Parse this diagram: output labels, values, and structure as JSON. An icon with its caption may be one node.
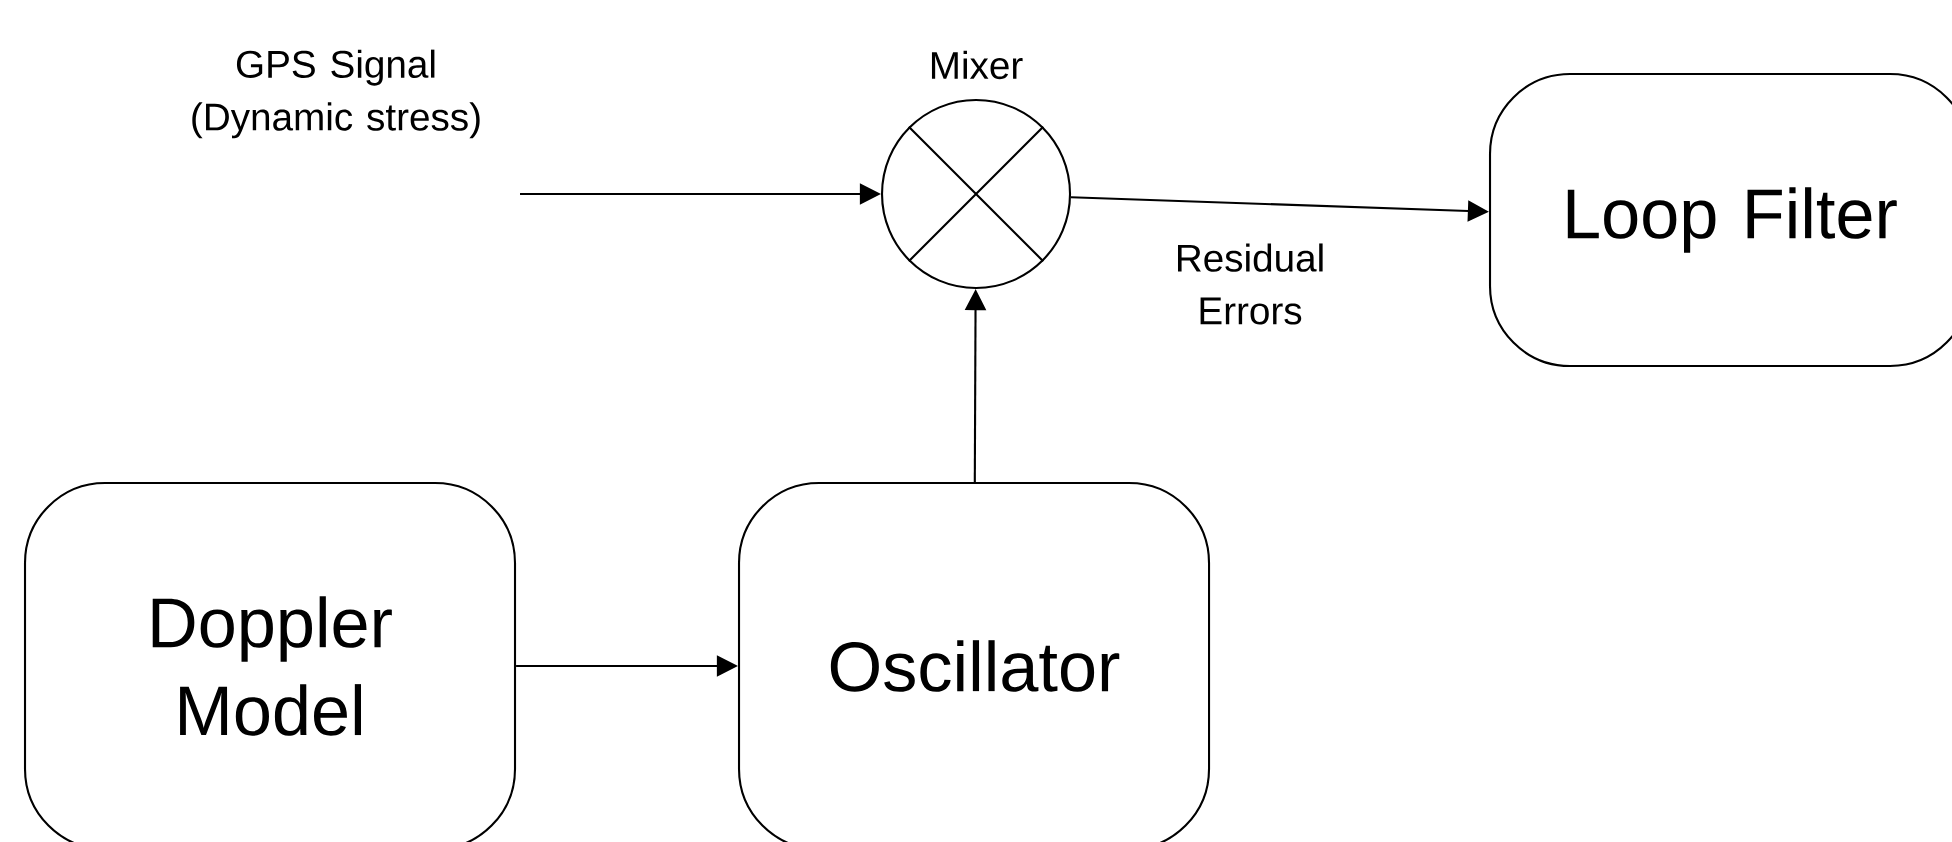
{
  "diagram": {
    "nodes": [
      {
        "text": [
          "Mixer"
        ]
      },
      {
        "text": [
          "Loop Filter"
        ]
      },
      {
        "text": [
          "Doppler Model"
        ]
      },
      {
        "text": [
          "Oscillator"
        ]
      }
    ],
    "edges": [
      {
        "from": null,
        "to": 0,
        "arrow": "to"
      },
      {
        "from": 0,
        "to": 1,
        "arrow": "to",
        "label": "Residual Errors"
      },
      {
        "from": 2,
        "to": 3,
        "arrow": "to"
      },
      {
        "from": 3,
        "to": 0,
        "arrow": "to"
      }
    ],
    "labels": [
      "GPS Signal (Dynamic stress)"
    ]
  }
}
